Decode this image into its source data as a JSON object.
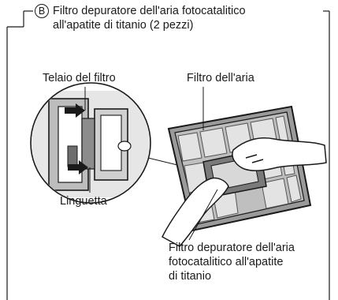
{
  "header": {
    "badge": "B",
    "title_line1": "Filtro depuratore dell'aria fotocatalitico",
    "title_line2": "all'apatite di titanio (2 pezzi)"
  },
  "labels": {
    "frame": "Telaio del filtro",
    "air_filter": "Filtro dell'aria",
    "tab": "Linguetta",
    "titanium_filter_line1": "Filtro depuratore dell'aria",
    "titanium_filter_line2": "fotocatalitico all'apatite",
    "titanium_filter_line3": "di titanio"
  },
  "colors": {
    "line": "#1a1a1a",
    "fill_light": "#d9d9d9",
    "fill_mid": "#a6a6a6",
    "fill_dark": "#4d4d4d"
  }
}
